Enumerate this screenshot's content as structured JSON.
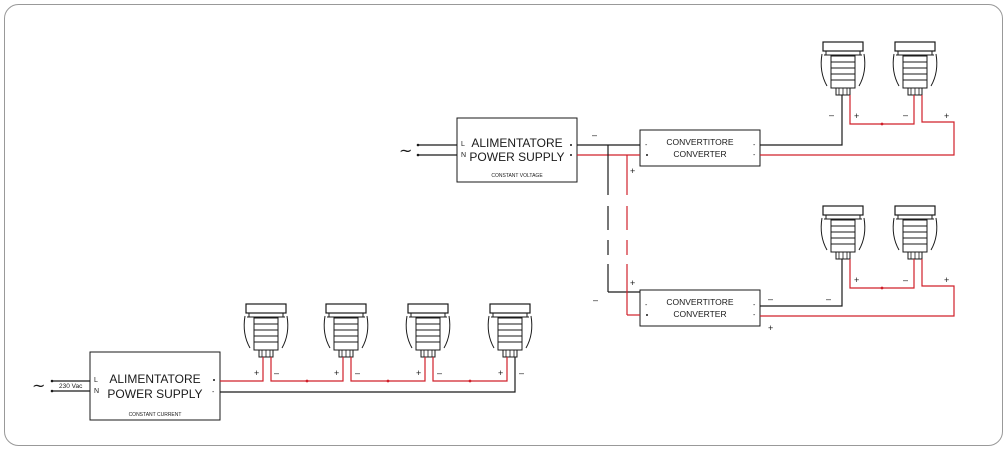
{
  "colors": {
    "line": "#1a1a1a",
    "positive_wire": "#d0202a",
    "frame": "#999999"
  },
  "psu_voltage": {
    "title_line1": "ALIMENTATORE",
    "title_line2": "POWER SUPPLY",
    "subtitle": "CONSTANT VOLTAGE",
    "pin_l": "L",
    "pin_n": "N",
    "input_symbol": "~"
  },
  "psu_current": {
    "title_line1": "ALIMENTATORE",
    "title_line2": "POWER SUPPLY",
    "subtitle": "CONSTANT CURRENT",
    "pin_l": "L",
    "pin_n": "N",
    "input_symbol": "~",
    "input_voltage": "230 Vac"
  },
  "converter_top": {
    "line1": "CONVERTITORE",
    "line2": "CONVERTER",
    "out_minus": "-",
    "out_plus": "-"
  },
  "converter_bottom": {
    "line1": "CONVERTITORE",
    "line2": "CONVERTER",
    "out_minus": "-",
    "out_plus": "-"
  },
  "polarity": {
    "plus": "+",
    "minus": "–"
  },
  "icons": {
    "luminaire": "recessed-spotlight-icon",
    "mains": "ac-tilde-icon"
  }
}
